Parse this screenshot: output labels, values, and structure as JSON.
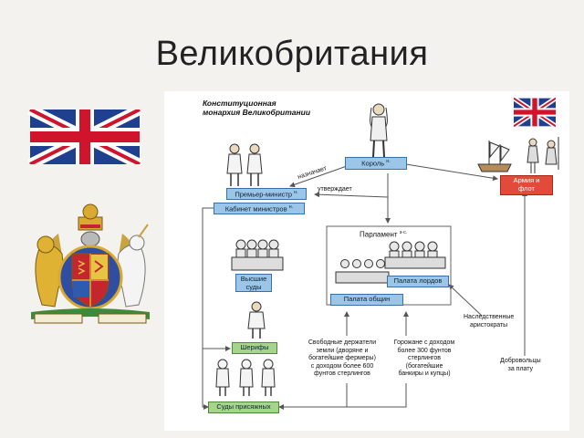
{
  "slide": {
    "title": "Великобритания"
  },
  "diagram": {
    "title_line1": "Конституционная",
    "title_line2": "монархия Великобритании",
    "king": "Король",
    "king_note": "н.",
    "pm": "Премьер-министр",
    "pm_note": "н.",
    "cabinet": "Кабинет министров",
    "cabinet_note": "н.",
    "parliament": "Парламент",
    "parliament_note": "з-с.",
    "lords": "Палата лордов",
    "commons": "Палата общин",
    "higher_courts_l1": "Высшие",
    "higher_courts_l2": "суды",
    "sheriffs": "Шерифы",
    "jury": "Суды присяжных",
    "army_l1": "Армия и",
    "army_l2": "флот",
    "appoints": "назначает",
    "approves": "утверждает",
    "hereditary_l1": "Наследственные",
    "hereditary_l2": "аристократы",
    "volunteers_l1": "Добровольцы",
    "volunteers_l2": "за плату",
    "freeholders": [
      "Свободные держатели",
      "земли (дворяне и",
      "богатейшие фермеры)",
      "с доходом более 600",
      "фунтов стерлингов"
    ],
    "townsmen": [
      "Горожане с доходом",
      "более 300 фунтов",
      "стерлингов",
      "(богатейшие",
      "банкиры и купцы)"
    ]
  },
  "colors": {
    "box_blue": "#9cc6e8",
    "box_green": "#a6d48c",
    "army_red": "#e24a3a",
    "flag_blue": "#1f3f8f",
    "flag_red": "#cf142b"
  }
}
